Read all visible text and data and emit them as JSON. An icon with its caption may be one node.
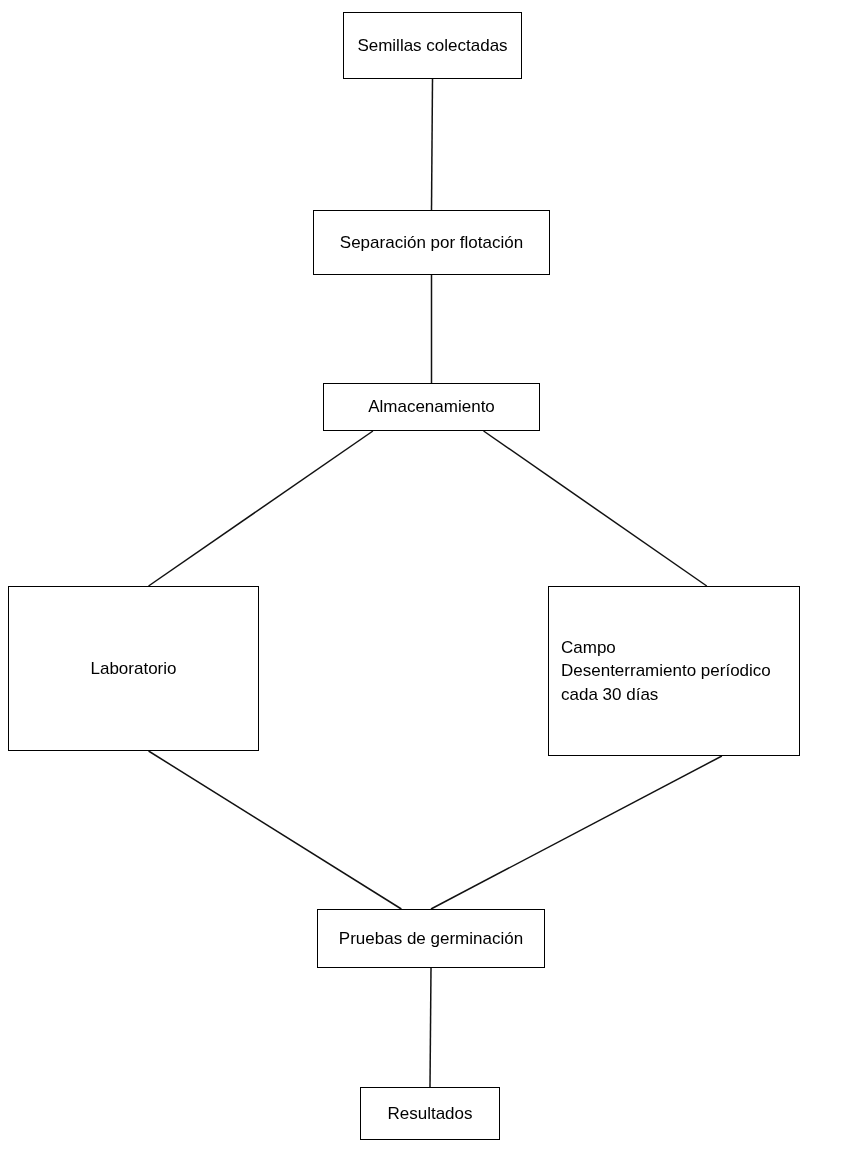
{
  "diagram": {
    "nodes": [
      {
        "text": [
          "Semillas colectadas"
        ]
      },
      {
        "text": [
          "Separación por flotación"
        ]
      },
      {
        "text": [
          "Almacenamiento"
        ]
      },
      {
        "text": [
          "Laboratorio"
        ]
      },
      {
        "text": [
          "Campo",
          "Desenterramiento períodico cada 30 días"
        ]
      },
      {
        "text": [
          "Pruebas de germinación"
        ]
      },
      {
        "text": [
          "Resultados"
        ]
      }
    ],
    "edges": [
      {
        "from": 0,
        "to": 1,
        "arrow": "none"
      },
      {
        "from": 1,
        "to": 2,
        "arrow": "none"
      },
      {
        "from": 2,
        "to": 3,
        "arrow": "none"
      },
      {
        "from": 2,
        "to": 4,
        "arrow": "none"
      },
      {
        "from": 3,
        "to": 5,
        "arrow": "none"
      },
      {
        "from": 4,
        "to": 5,
        "arrow": "none"
      },
      {
        "from": 5,
        "to": 6,
        "arrow": "none"
      }
    ]
  }
}
